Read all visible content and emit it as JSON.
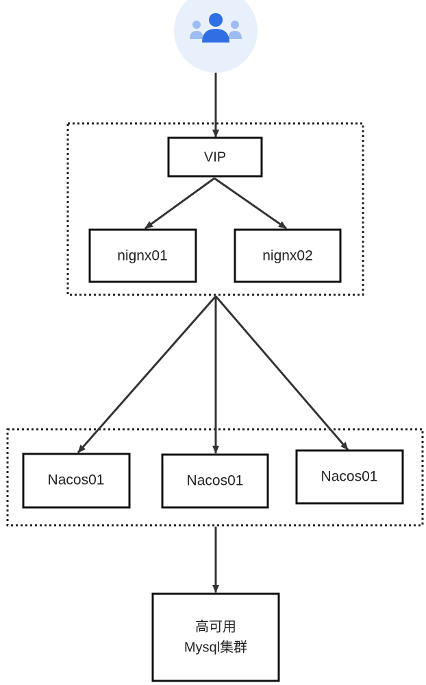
{
  "diagram": {
    "nodes": {
      "users": {
        "icon": "users-group-icon"
      },
      "vip": {
        "label": "VIP"
      },
      "nginx01": {
        "label": "nignx01"
      },
      "nginx02": {
        "label": "nignx02"
      },
      "nacos1": {
        "label": "Nacos01"
      },
      "nacos2": {
        "label": "Nacos01"
      },
      "nacos3": {
        "label": "Nacos01"
      },
      "mysql": {
        "line1": "高可用",
        "line2": "Mysql集群"
      }
    },
    "groups": [
      {
        "name": "nginx-cluster-group",
        "members": [
          "vip",
          "nginx01",
          "nginx02"
        ]
      },
      {
        "name": "nacos-cluster-group",
        "members": [
          "nacos1",
          "nacos2",
          "nacos3"
        ]
      }
    ],
    "edges": [
      {
        "from": "users",
        "to": "vip"
      },
      {
        "from": "vip",
        "to": "nginx01"
      },
      {
        "from": "vip",
        "to": "nginx02"
      },
      {
        "from": "nginx-cluster-group",
        "to": "nacos1"
      },
      {
        "from": "nginx-cluster-group",
        "to": "nacos2"
      },
      {
        "from": "nginx-cluster-group",
        "to": "nacos3"
      },
      {
        "from": "nacos-cluster-group",
        "to": "mysql"
      }
    ],
    "colors": {
      "line": "#333333",
      "box_border": "#111111",
      "dotted_border": "#222222",
      "user_circle": "#e8f0fc",
      "user_main": "#2f6fe3",
      "user_side": "#9dbdf2"
    }
  }
}
